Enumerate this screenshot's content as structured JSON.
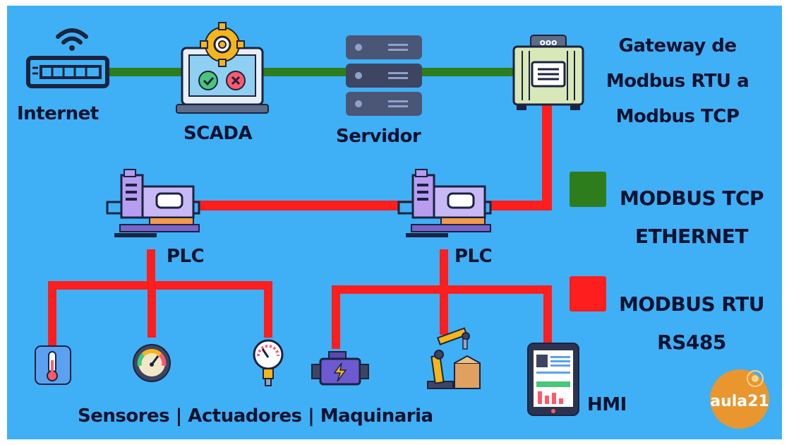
{
  "labels": {
    "internet": "Internet",
    "scada": "SCADA",
    "servidor": "Servidor",
    "gateway_line1": "Gateway de",
    "gateway_line2": "Modbus RTU a",
    "gateway_line3": "Modbus TCP",
    "plc_left": "PLC",
    "plc_right": "PLC",
    "hmi": "HMI",
    "bottom": "Sensores | Actuadores | Maquinaria"
  },
  "legend": [
    {
      "color": "#2e7d1c",
      "line1": "MODBUS TCP",
      "line2": "ETHERNET"
    },
    {
      "color": "#ff1e1e",
      "line1": "MODBUS RTU",
      "line2": "RS485"
    }
  ],
  "logo": {
    "text": "aula21"
  },
  "icons": [
    "router-icon",
    "scada-laptop-icon",
    "server-icon",
    "gateway-icon",
    "plc-icon",
    "thermometer-icon",
    "gauge-icon",
    "pressure-gauge-icon",
    "motor-icon",
    "robot-arm-icon",
    "hmi-tablet-icon"
  ],
  "colors": {
    "background": "#3fb0f5",
    "ethernet": "#2e7d1c",
    "rs485": "#ff1e1e"
  }
}
